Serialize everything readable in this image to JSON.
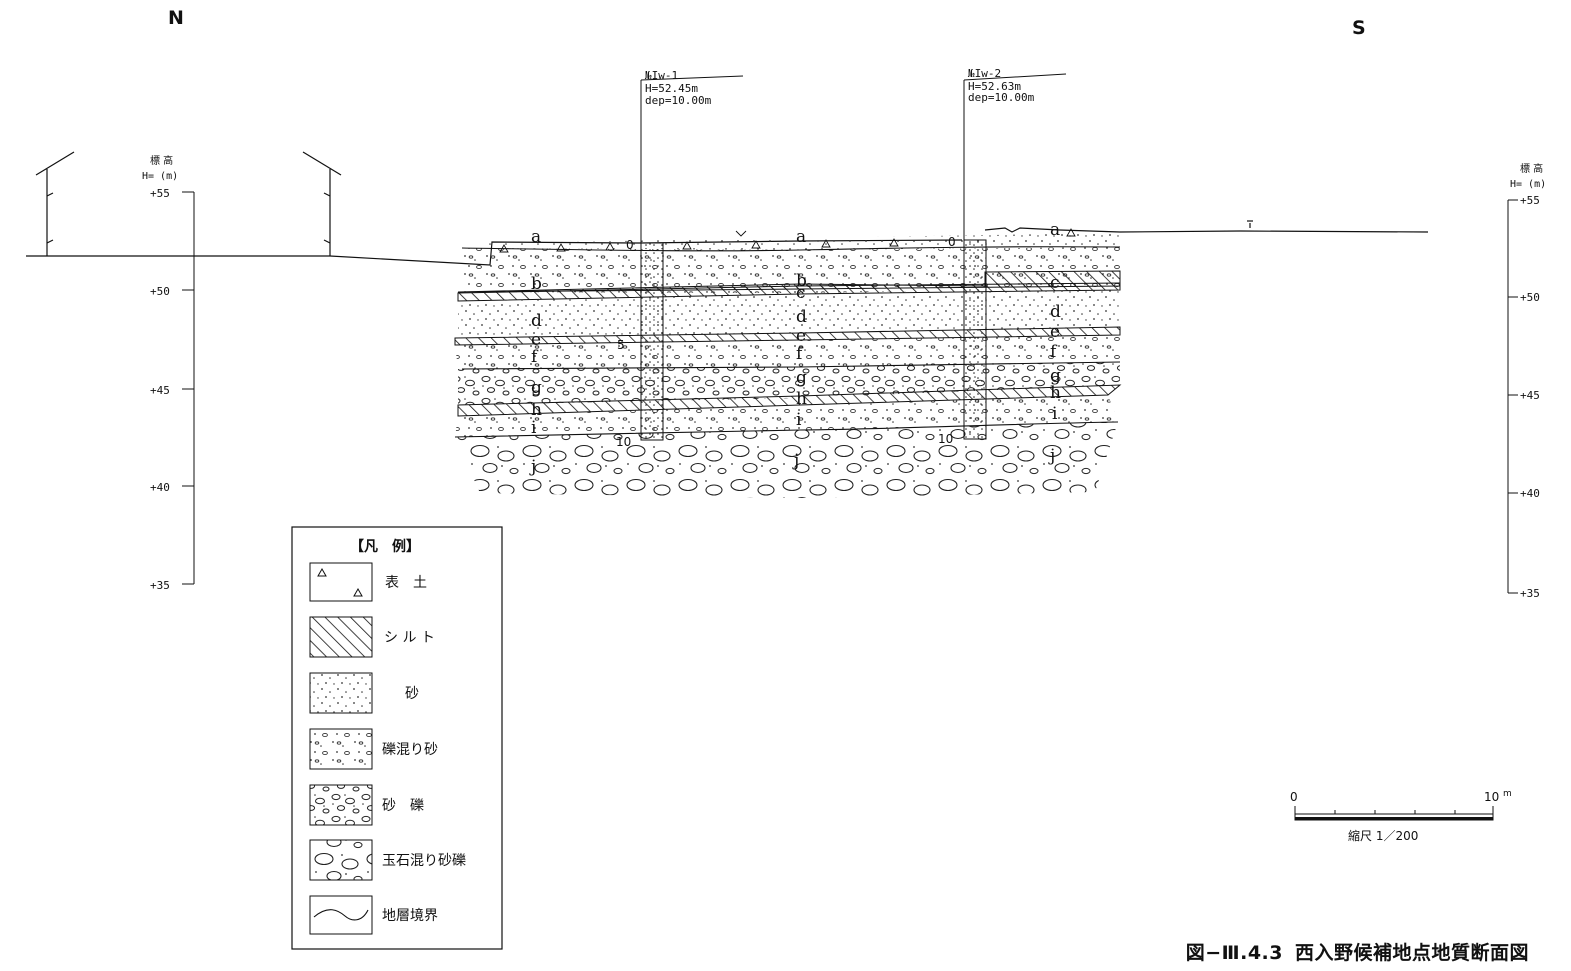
{
  "compass": {
    "north": "N",
    "south": "S"
  },
  "elevation_axis": {
    "title_line1": "標 高",
    "title_line2": "H= (m)",
    "ticks": [
      "+55",
      "+50",
      "+45",
      "+40",
      "+35"
    ]
  },
  "boreholes": [
    {
      "id": "No.Iw-1",
      "label_no": "№Iw-1",
      "elevation": "H=52.45m",
      "depth": "dep=10.00m",
      "depth_marks": [
        "0",
        "5",
        "10"
      ]
    },
    {
      "id": "No.Iw-2",
      "label_no": "№Iw-2",
      "elevation": "H=52.63m",
      "depth": "dep=10.00m",
      "depth_marks": [
        "0",
        "10"
      ]
    }
  ],
  "layer_labels": {
    "north_column": [
      "a",
      "b",
      "d",
      "e",
      "f",
      "g",
      "h",
      "i",
      "j"
    ],
    "middle_column": [
      "a",
      "b",
      "c",
      "d",
      "e",
      "f",
      "g",
      "h",
      "i",
      "j"
    ],
    "south_column": [
      "a",
      "c",
      "d",
      "e",
      "f",
      "g",
      "h",
      "i",
      "j"
    ]
  },
  "legend": {
    "title": "【凡　例】",
    "items": [
      {
        "key": "topsoil",
        "label": "表　土"
      },
      {
        "key": "silt",
        "label": "シ ル ト"
      },
      {
        "key": "sand",
        "label": "砂"
      },
      {
        "key": "gravelly-sand",
        "label": "礫混り砂"
      },
      {
        "key": "sandy-gravel",
        "label": "砂　礫"
      },
      {
        "key": "cobble-sandy-gravel",
        "label": "玉石混り砂礫"
      },
      {
        "key": "boundary",
        "label": "地層境界"
      }
    ]
  },
  "scale_bar": {
    "start": "0",
    "end": "10",
    "unit": "m",
    "label": "縮尺 1／200"
  },
  "caption": {
    "figure_no": "図−Ⅲ.4.3",
    "title": "西入野候補地点地質断面図"
  }
}
